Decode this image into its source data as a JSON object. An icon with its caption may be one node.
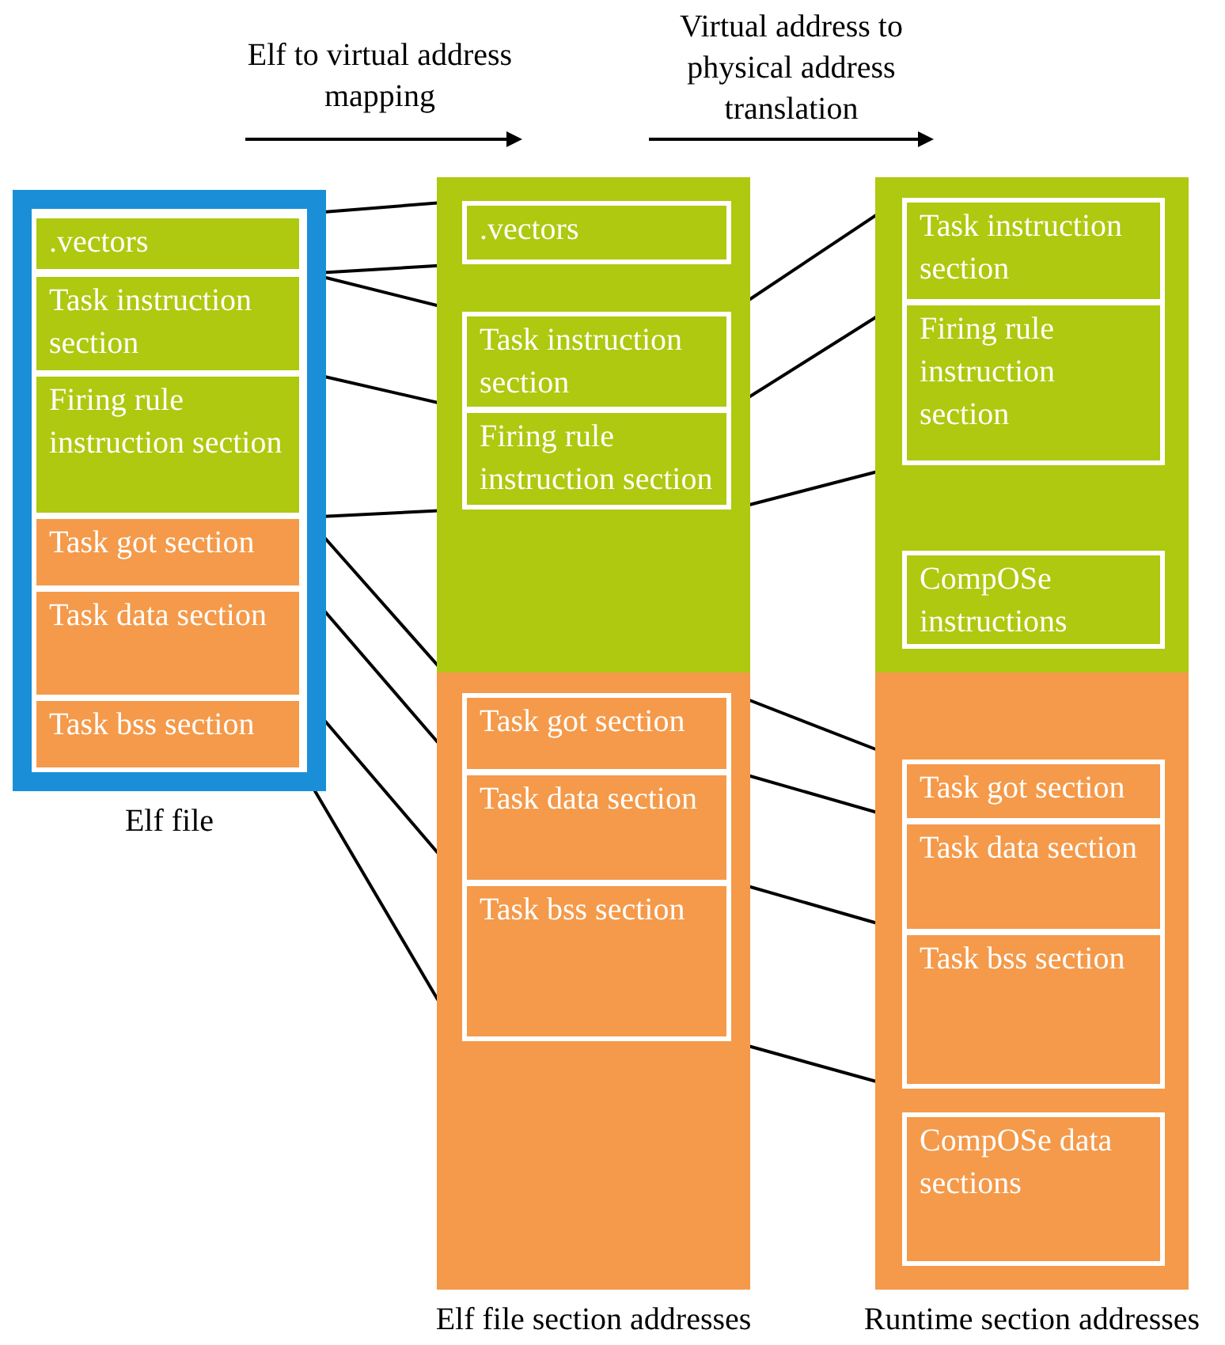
{
  "diagram": {
    "nodes": [
      {
        "text": [
          "Elf file"
        ]
      },
      {
        "text": [
          ".vectors"
        ],
        "in": 0
      },
      {
        "text": [
          "Task instruction section"
        ],
        "in": 0
      },
      {
        "text": [
          "Firing rule instruction section"
        ],
        "in": 0
      },
      {
        "text": [
          "Task got section"
        ],
        "in": 0
      },
      {
        "text": [
          "Task data section"
        ],
        "in": 0
      },
      {
        "text": [
          "Task bss section"
        ],
        "in": 0
      },
      {
        "text": [
          "Elf file section addresses"
        ]
      },
      {
        "text": [
          ".vectors"
        ],
        "in": 7
      },
      {
        "text": [
          "Task instruction section"
        ],
        "in": 7
      },
      {
        "text": [
          "Firing rule instruction section"
        ],
        "in": 7
      },
      {
        "text": [
          "Task got section"
        ],
        "in": 7
      },
      {
        "text": [
          "Task data section"
        ],
        "in": 7
      },
      {
        "text": [
          "Task bss section"
        ],
        "in": 7
      },
      {
        "text": [
          "Runtime section addresses"
        ]
      },
      {
        "text": [
          "Task instruction section"
        ],
        "in": 14
      },
      {
        "text": [
          "Firing rule instruction section"
        ],
        "in": 14
      },
      {
        "text": [
          "CompOSe instructions"
        ],
        "in": 14
      },
      {
        "text": [
          "Task got section"
        ],
        "in": 14
      },
      {
        "text": [
          "Task data section"
        ],
        "in": 14
      },
      {
        "text": [
          "Task bss section"
        ],
        "in": 14
      },
      {
        "text": [
          "CompOSe data sections"
        ],
        "in": 14
      }
    ],
    "edges": [
      {
        "from": 1,
        "to": 8,
        "arrow": "none"
      },
      {
        "from": 1,
        "to": 8,
        "arrow": "none"
      },
      {
        "from": 2,
        "to": 9,
        "arrow": "none"
      },
      {
        "from": 3,
        "to": 10,
        "arrow": "none"
      },
      {
        "from": 3,
        "to": 10,
        "arrow": "none"
      },
      {
        "from": 4,
        "to": 11,
        "arrow": "none"
      },
      {
        "from": 5,
        "to": 12,
        "arrow": "none"
      },
      {
        "from": 6,
        "to": 13,
        "arrow": "none"
      },
      {
        "from": 6,
        "to": 13,
        "arrow": "none"
      },
      {
        "from": 9,
        "to": 15,
        "arrow": "none"
      },
      {
        "from": 10,
        "to": 16,
        "arrow": "none"
      },
      {
        "from": 10,
        "to": 16,
        "arrow": "none"
      },
      {
        "from": 11,
        "to": 18,
        "arrow": "none"
      },
      {
        "from": 12,
        "to": 19,
        "arrow": "none"
      },
      {
        "from": 13,
        "to": 20,
        "arrow": "none"
      },
      {
        "from": 13,
        "to": 20,
        "arrow": "none"
      }
    ],
    "labels": [
      "Elf to virtual address mapping",
      "Virtual address to physical address translation"
    ]
  }
}
